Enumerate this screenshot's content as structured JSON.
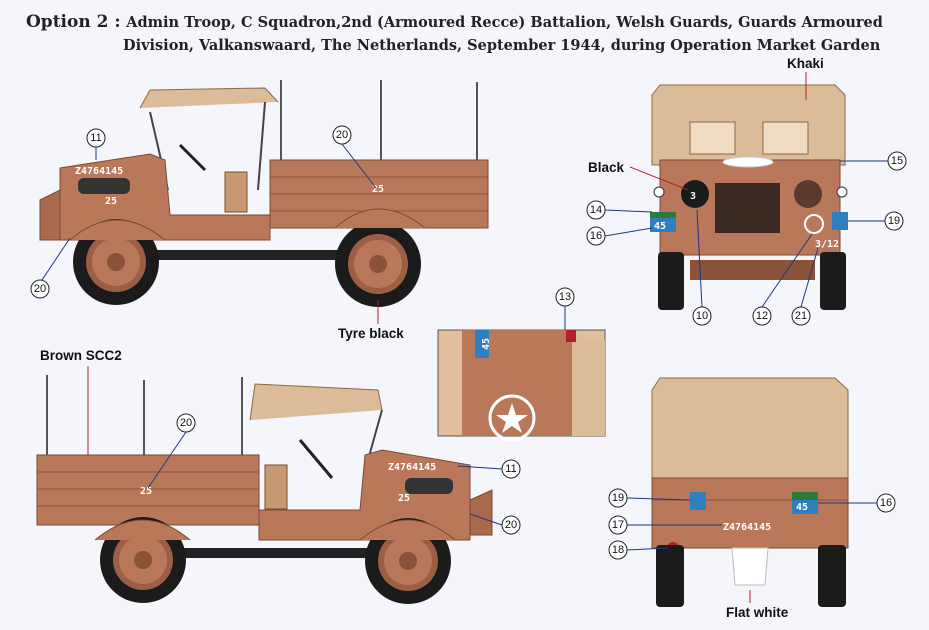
{
  "header": {
    "option": "Option 2 :",
    "line1": "Admin Troop, C Squadron,2nd (Armoured Recce) Battalion, Welsh Guards, Guards Armoured",
    "line2": "Division, Valkanswaard, The Netherlands, September 1944, during Operation Market Garden"
  },
  "labels": {
    "khaki": "Khaki",
    "black": "Black",
    "tyre_black": "Tyre black",
    "brown": "Brown SCC2",
    "flat_white": "Flat white"
  },
  "markings": {
    "registration": "Z4764145",
    "bridge_class": "25",
    "unit_code": "45",
    "bridge_front": "3",
    "tac_sign": "3/12"
  },
  "callouts": {
    "c11a": "11",
    "c20a": "20",
    "c20b": "20",
    "c14": "14",
    "c16a": "16",
    "c15": "15",
    "c19a": "19",
    "c10": "10",
    "c12": "12",
    "c21": "21",
    "c13": "13",
    "c20c": "20",
    "c11b": "11",
    "c20d": "20",
    "c19b": "19",
    "c17": "17",
    "c18": "18",
    "c16b": "16"
  },
  "colors": {
    "brown": "#b9785a",
    "brown_dark": "#8a5238",
    "khaki": "#dcbb98",
    "tyre": "#1b1b1b",
    "lead": "#1a3a80",
    "red": "#b0202a"
  }
}
